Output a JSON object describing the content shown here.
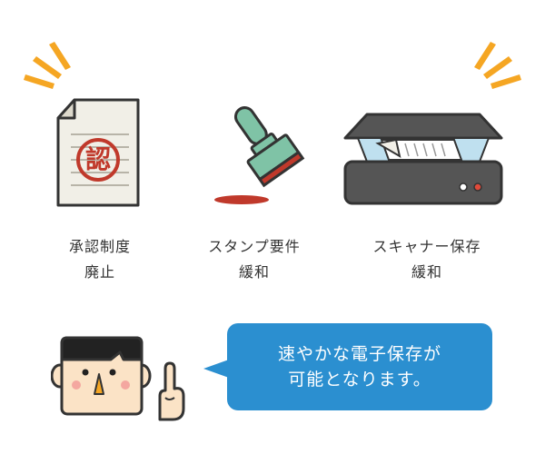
{
  "items": [
    {
      "line1": "承認制度",
      "line2": "廃止"
    },
    {
      "line1": "スタンプ要件",
      "line2": "緩和"
    },
    {
      "line1": "スキャナー保存",
      "line2": "緩和"
    }
  ],
  "document_icon": {
    "seal_text": "認"
  },
  "speech": {
    "line1": "速やかな電子保存が",
    "line2": "可能となります。"
  },
  "colors": {
    "accent": "#f5a623",
    "bubble": "#2b8fd0",
    "seal": "#c0392b",
    "stamp_handle": "#7fc3a6",
    "scanner": "#555555"
  }
}
